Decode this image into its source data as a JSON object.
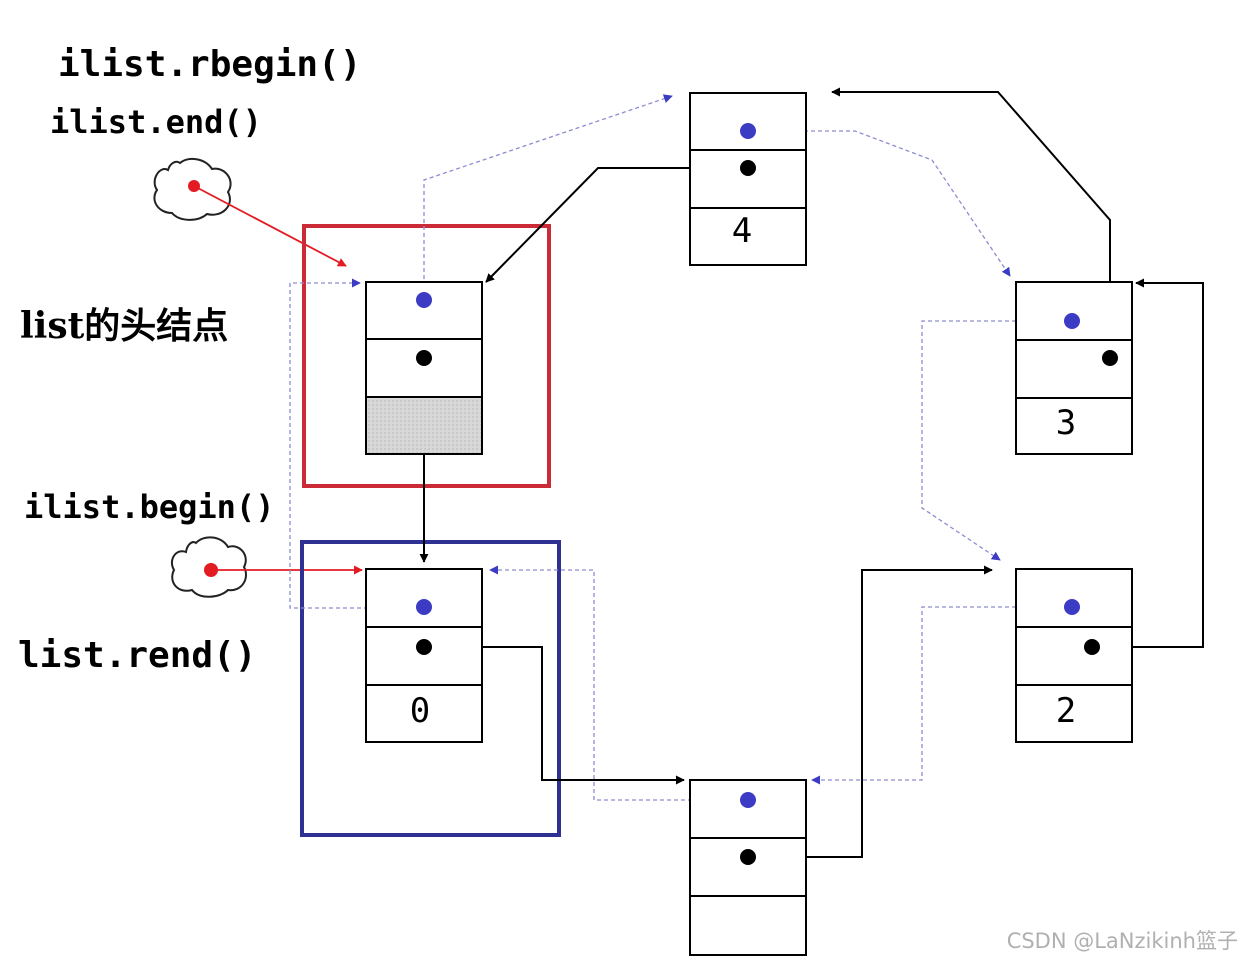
{
  "labels": {
    "rbegin": "ilist.rbegin()",
    "end": "ilist.end()",
    "head": "list的头结点",
    "begin": "ilist.begin()",
    "rend": "list.rend()"
  },
  "nodes": {
    "head": {
      "value": ""
    },
    "n0": {
      "value": "0"
    },
    "n1": {
      "value": ""
    },
    "n2": {
      "value": "2"
    },
    "n3": {
      "value": "3"
    },
    "n4": {
      "value": "4"
    }
  },
  "watermark": "CSDN @LaNzikinh篮子",
  "colors": {
    "highlight_red": "#cc2a36",
    "highlight_blue": "#2e3192",
    "prev_pointer": "#3b3bc4",
    "next_pointer": "#000000",
    "iterator_dot": "#e31b23"
  }
}
